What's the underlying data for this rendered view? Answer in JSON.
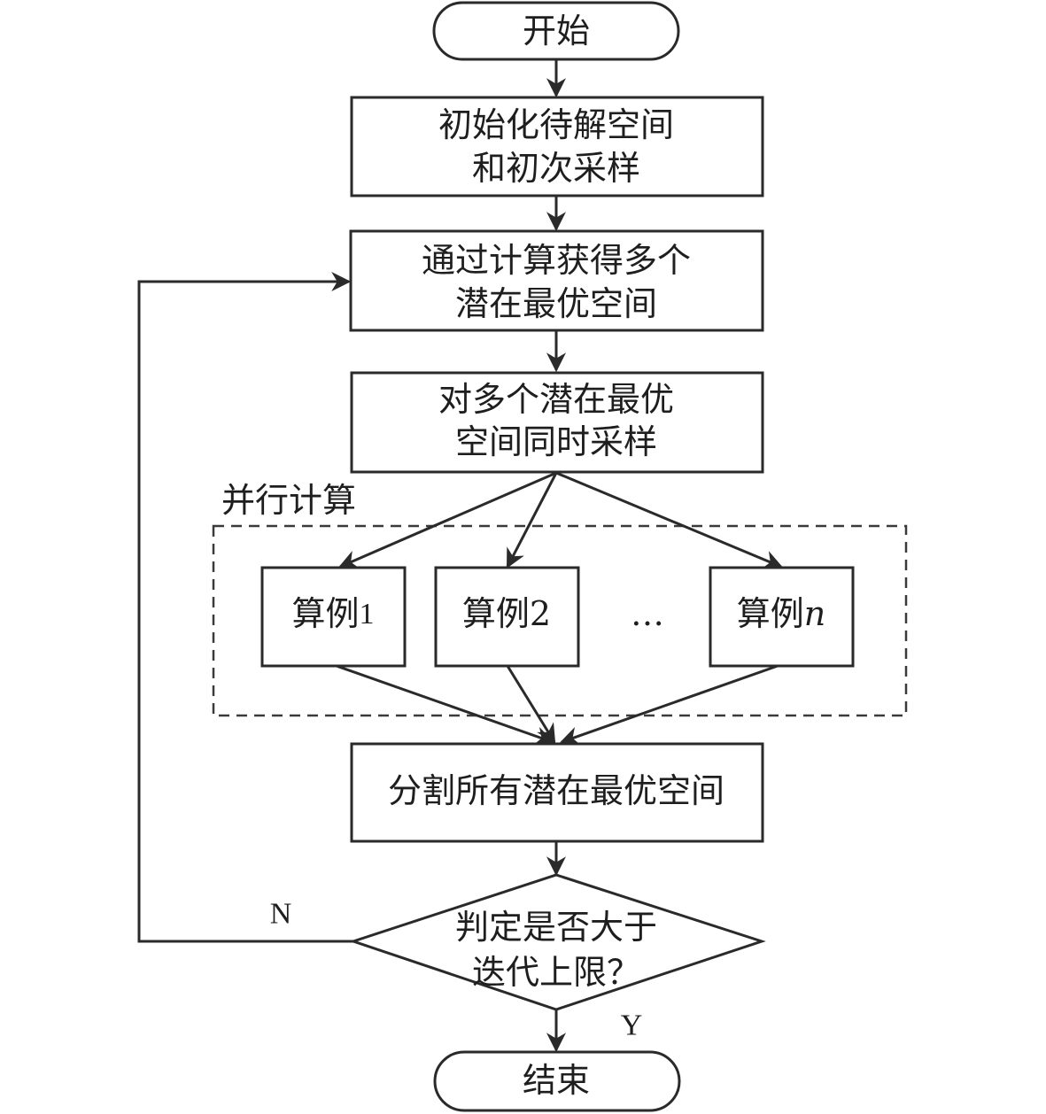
{
  "diagram": {
    "type": "flowchart",
    "start": {
      "label": "开始"
    },
    "init": {
      "lines": [
        "初始化待解空间",
        "和初次采样"
      ]
    },
    "compute": {
      "lines": [
        "通过计算获得多个",
        "潜在最优空间"
      ]
    },
    "sample": {
      "lines": [
        "对多个潜在最优",
        "空间同时采样"
      ]
    },
    "parallel": {
      "label": "并行计算",
      "cases": [
        {
          "prefix": "算例",
          "suffix": "1"
        },
        {
          "prefix": "算例",
          "suffix": "2"
        },
        {
          "prefix": "算例",
          "suffix": "n"
        }
      ],
      "ellipsis": "…"
    },
    "split": {
      "label": "分割所有潜在最优空间"
    },
    "decision": {
      "lines": [
        "判定是否大于",
        "迭代上限？"
      ],
      "no_label": "N",
      "yes_label": "Y"
    },
    "end": {
      "label": "结束"
    }
  }
}
